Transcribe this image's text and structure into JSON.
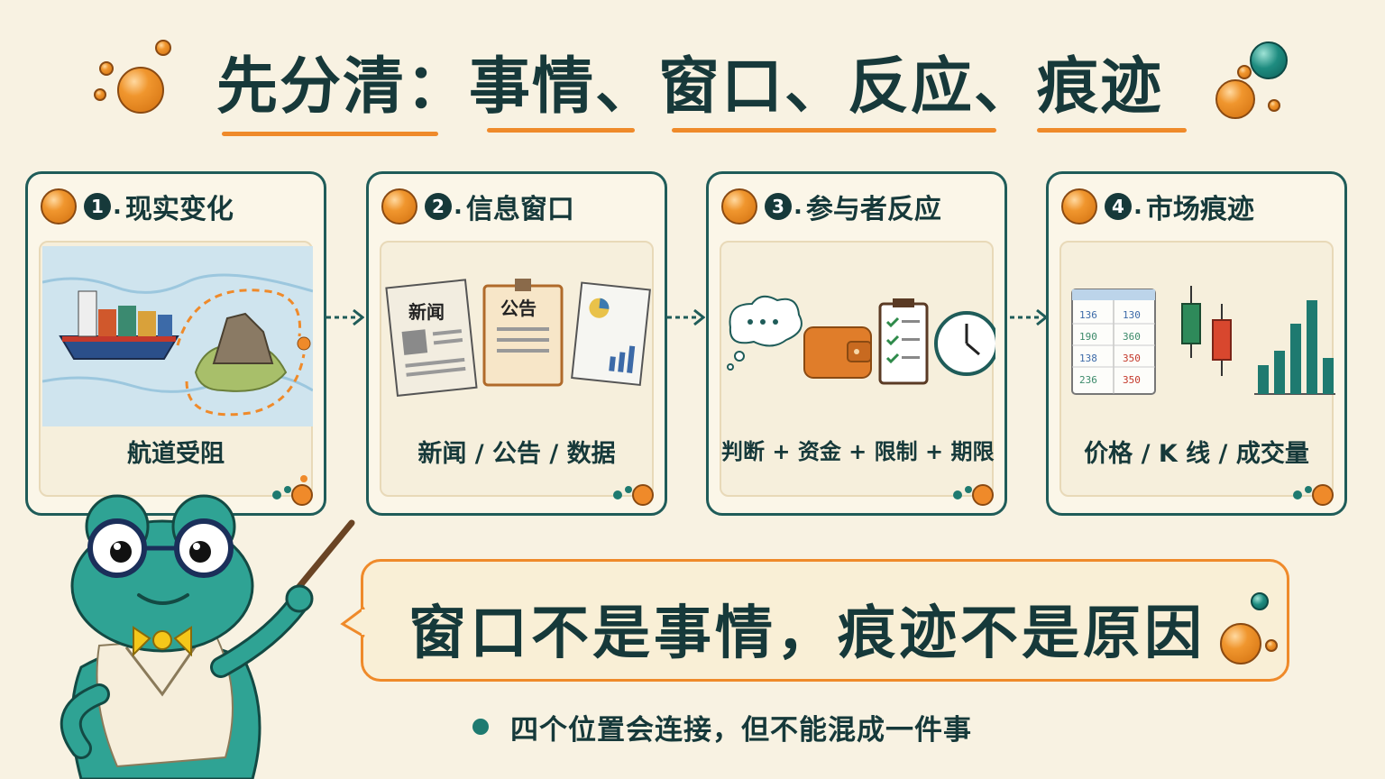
{
  "title": "先分清：事情、窗口、反应、痕迹",
  "steps": [
    {
      "number": "1",
      "title": "现实变化",
      "caption": "航道受阻"
    },
    {
      "number": "2",
      "title": "信息窗口",
      "caption": "新闻 / 公告 / 数据"
    },
    {
      "number": "3",
      "title": "参与者反应",
      "caption": "判断 + 资金 + 限制 + 期限"
    },
    {
      "number": "4",
      "title": "市场痕迹",
      "caption": "价格 / K 线 / 成交量"
    }
  ],
  "illustration_labels": {
    "news": "新闻",
    "notice": "公告",
    "table": [
      [
        "136",
        "130"
      ],
      [
        "190",
        "360"
      ],
      [
        "138",
        "350"
      ],
      [
        "236",
        "350"
      ]
    ]
  },
  "bubble_text": "窗口不是事情，痕迹不是原因",
  "note": "四个位置会连接，但不能混成一件事",
  "colors": {
    "teal": "#1f5c59",
    "orange": "#ef8a2a",
    "background": "#f8f2e2",
    "text": "#16393a"
  }
}
